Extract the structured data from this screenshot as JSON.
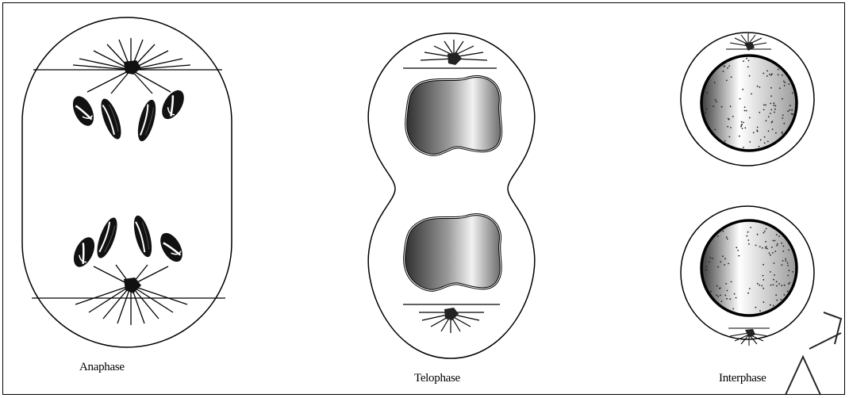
{
  "diagram": {
    "stages": [
      {
        "name": "Anaphase"
      },
      {
        "name": "Telophase"
      },
      {
        "name": "Interphase"
      }
    ]
  },
  "colors": {
    "stroke": "#000000",
    "background": "#ffffff",
    "nucleus_dark": "#3a3a3a",
    "nucleus_light": "#f4f4f4"
  }
}
